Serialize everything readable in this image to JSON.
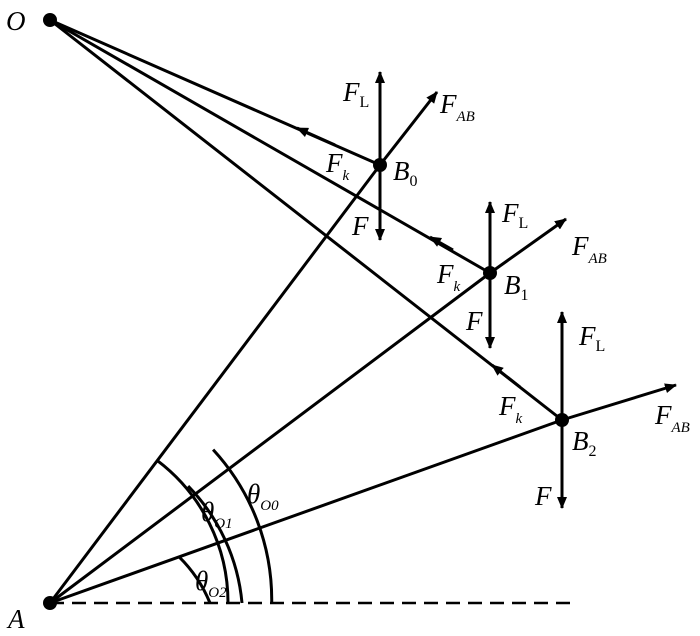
{
  "diagram": {
    "points": {
      "O": "O",
      "A": "A"
    },
    "forces": {
      "F": "F",
      "L_sub": "L",
      "AB_sub": "AB",
      "k_sub": "k"
    },
    "nodes": {
      "B": "B",
      "b0_sub": "0",
      "b1_sub": "1",
      "b2_sub": "2"
    },
    "angles": {
      "theta": "θ",
      "o0_sub": "O0",
      "o1_sub": "O1",
      "o2_sub": "O2"
    }
  }
}
